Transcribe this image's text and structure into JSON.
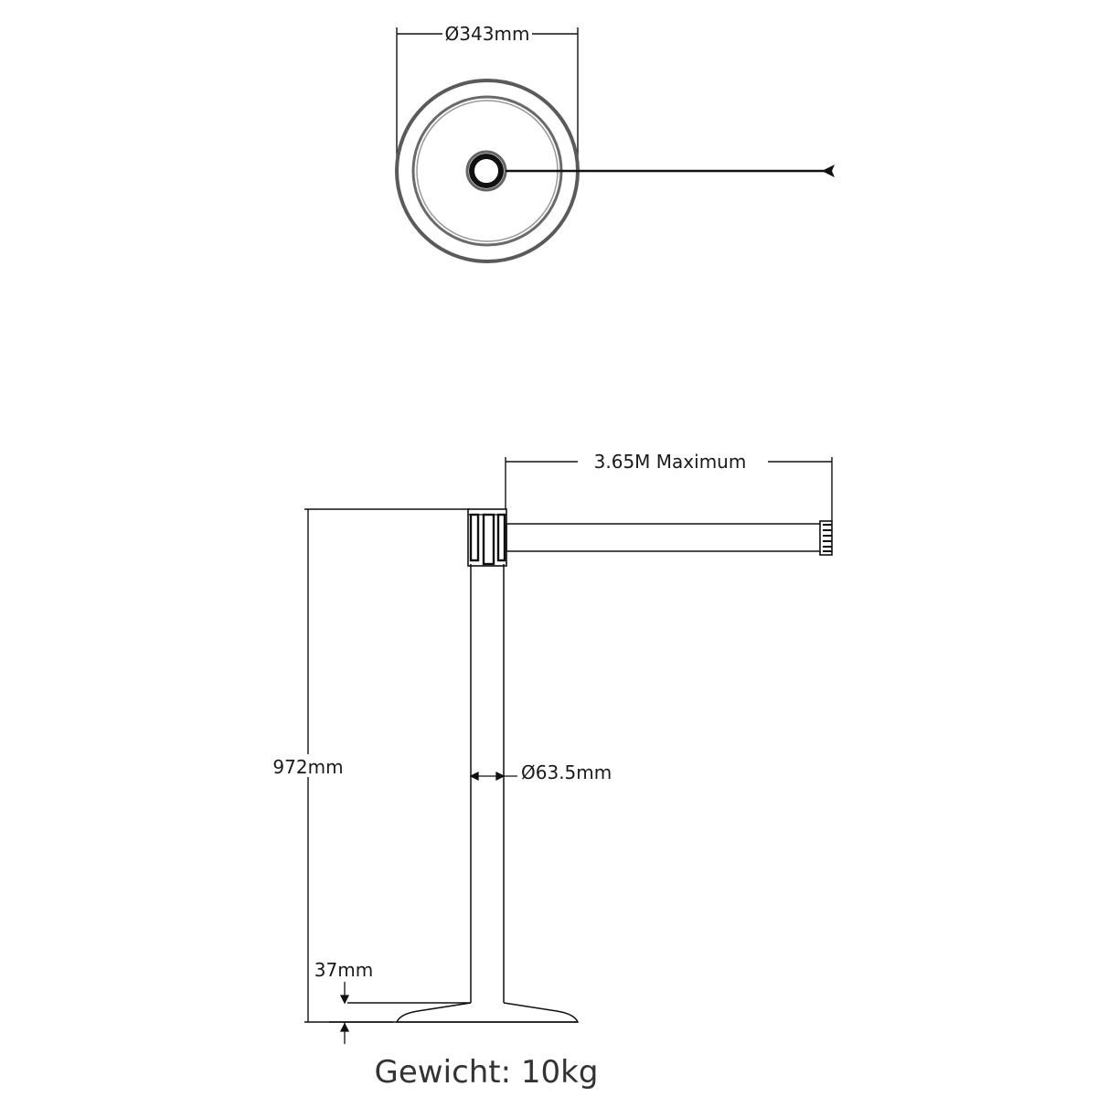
{
  "top_view": {
    "diameter_label": "Ø343mm"
  },
  "side_view": {
    "belt_length_label": "3.65M Maximum",
    "height_label": "972mm",
    "post_diameter_label": "Ø63.5mm",
    "base_height_label": "37mm"
  },
  "footer": {
    "weight_label": "Gewicht: 10kg"
  },
  "colors": {
    "line": "#111111",
    "ring": "#5a5a5a",
    "text": "#1a1a1a"
  }
}
